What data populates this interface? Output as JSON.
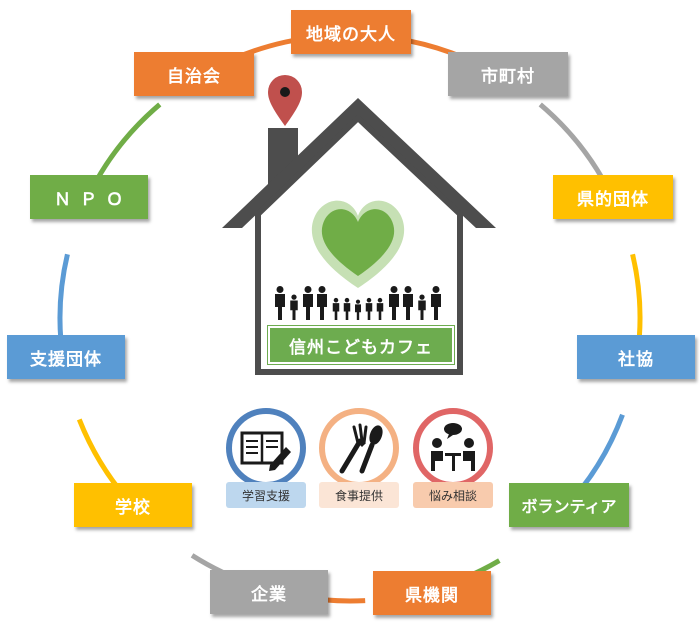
{
  "ring_colors": {
    "orange": "#ed7d31",
    "gray": "#a5a5a5",
    "yellow": "#ffc000",
    "blue": "#5b9bd5",
    "green": "#70ad47"
  },
  "nodes": [
    {
      "id": "chiiki",
      "label": "地域の大人",
      "color": "#ed7d31"
    },
    {
      "id": "shichoson",
      "label": "市町村",
      "color": "#a5a5a5"
    },
    {
      "id": "kenteki",
      "label": "県的団体",
      "color": "#ffc000"
    },
    {
      "id": "shakyo",
      "label": "社協",
      "color": "#5b9bd5"
    },
    {
      "id": "volunteer",
      "label": "ボランティア",
      "color": "#70ad47"
    },
    {
      "id": "kenkikan",
      "label": "県機関",
      "color": "#ed7d31"
    },
    {
      "id": "kigyo",
      "label": "企業",
      "color": "#a5a5a5"
    },
    {
      "id": "gakko",
      "label": "学校",
      "color": "#ffc000"
    },
    {
      "id": "shien",
      "label": "支援団体",
      "color": "#5b9bd5"
    },
    {
      "id": "npo",
      "label": "ＮＰＯ",
      "color": "#70ad47"
    },
    {
      "id": "jichikai",
      "label": "自治会",
      "color": "#ed7d31"
    }
  ],
  "center": {
    "title": "信州こどもカフェ"
  },
  "services": [
    {
      "id": "study",
      "label": "学習支援",
      "ring_color": "#4f81bd",
      "label_bg": "#bdd7ee"
    },
    {
      "id": "meal",
      "label": "食事提供",
      "ring_color": "#f4b183",
      "label_bg": "#fbe5d6"
    },
    {
      "id": "consult",
      "label": "悩み相談",
      "ring_color": "#e06666",
      "label_bg": "#f8cbad"
    }
  ]
}
